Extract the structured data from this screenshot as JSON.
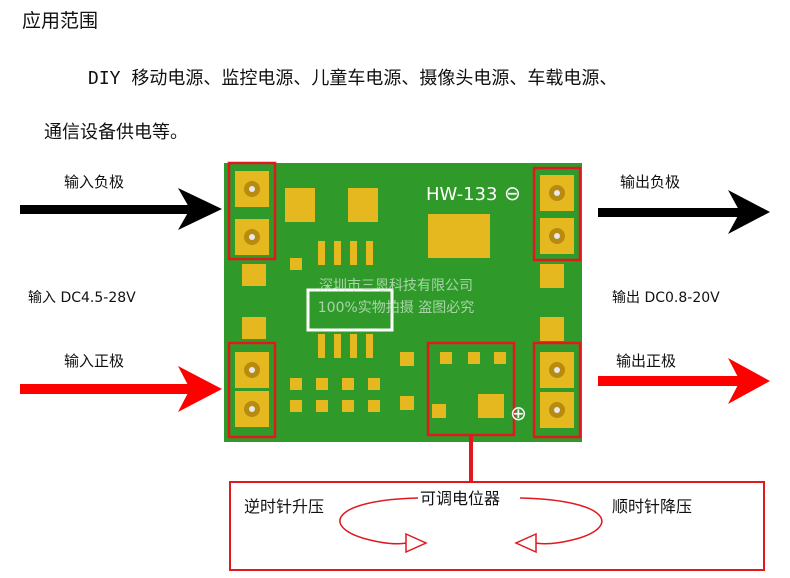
{
  "title": "应用范围",
  "description": {
    "line1": "DIY 移动电源、监控电源、儿童车电源、摄像头电源、车载电源、",
    "line2": "通信设备供电等。"
  },
  "board": {
    "model": "HW-133",
    "minus_sign": "⊖",
    "plus_sign": "⊕",
    "watermark_line1": "深圳市三恩科技有限公司",
    "watermark_line2": "100%实物拍摄 盗图必究"
  },
  "labels": {
    "input_negative": "输入负极",
    "input_voltage": "输入 DC4.5-28V",
    "input_positive": "输入正极",
    "output_negative": "输出负极",
    "output_voltage": "输出 DC0.8-20V",
    "output_positive": "输出正极"
  },
  "potentiometer": {
    "ccw_label": "逆时针升压",
    "name": "可调电位器",
    "cw_label": "顺时针降压"
  },
  "colors": {
    "board_green": "#2f9a2a",
    "pad_gold": "#e6b820",
    "highlight_red": "#e0191f",
    "arrow_black": "#000000",
    "arrow_red": "#ff0000"
  }
}
